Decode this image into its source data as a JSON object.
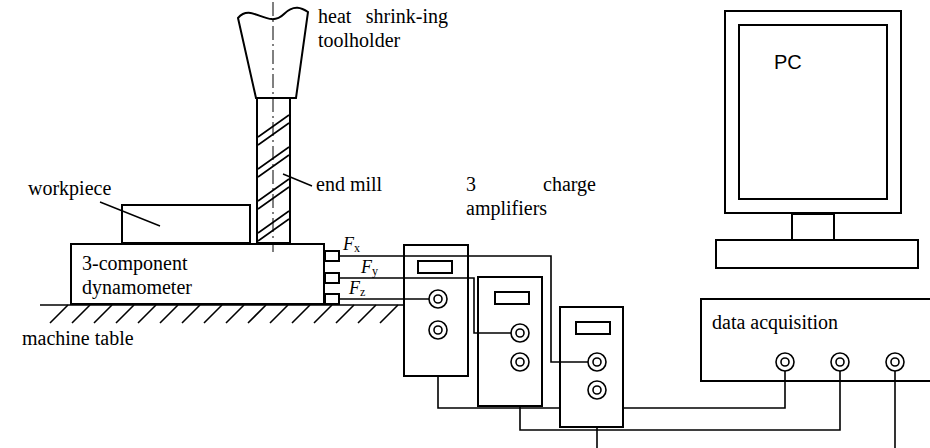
{
  "diagram": {
    "nodes": [
      {
        "text": [
          "3-component dynamometer"
        ]
      },
      {
        "text": [
          "PC"
        ]
      },
      {
        "text": [
          "data acquisition"
        ]
      }
    ],
    "labels": [
      "heat shrink-ing toolholder",
      "end mill",
      "workpiece",
      "Fx",
      "Fy",
      "Fz",
      "3 charge amplifiers",
      "machine table"
    ]
  }
}
